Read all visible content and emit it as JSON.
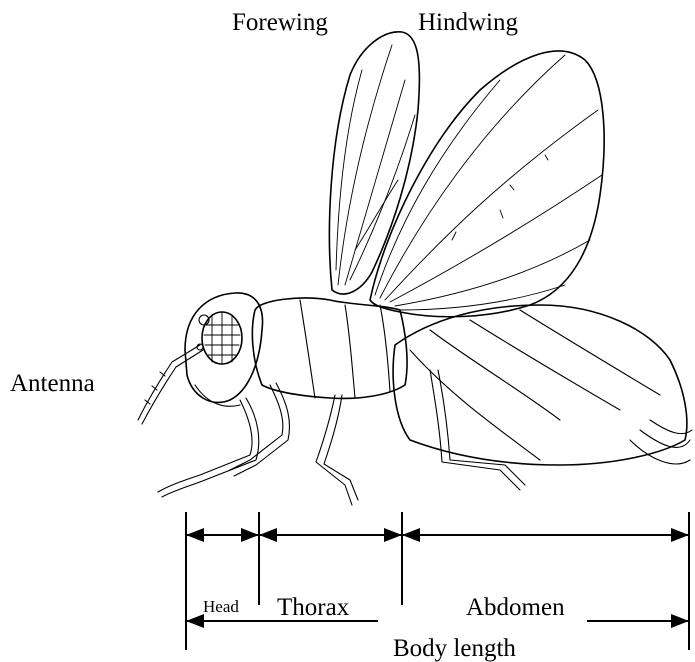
{
  "labels": {
    "forewing": "Forewing",
    "hindwing": "Hindwing",
    "antenna": "Antenna",
    "head": "Head",
    "thorax": "Thorax",
    "abdomen": "Abdomen",
    "body_length": "Body length"
  }
}
